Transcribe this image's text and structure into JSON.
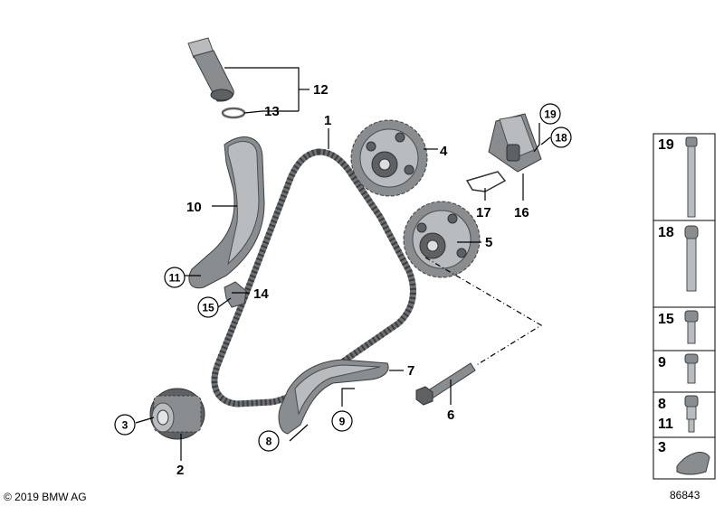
{
  "callouts": {
    "c1": "1",
    "c2": "2",
    "c3": "3",
    "c4": "4",
    "c5": "5",
    "c6": "6",
    "c7": "7",
    "c8": "8",
    "c9": "9",
    "c10": "10",
    "c11": "11",
    "c12": "12",
    "c13": "13",
    "c14": "14",
    "c15": "15",
    "c16": "16",
    "c17": "17",
    "c18": "18",
    "c19": "19"
  },
  "legend": [
    "19",
    "18",
    "15",
    "9",
    "8",
    "11",
    "3"
  ],
  "footer": {
    "copyright": "© 2019 BMW AG",
    "diagram_number": "86843"
  }
}
